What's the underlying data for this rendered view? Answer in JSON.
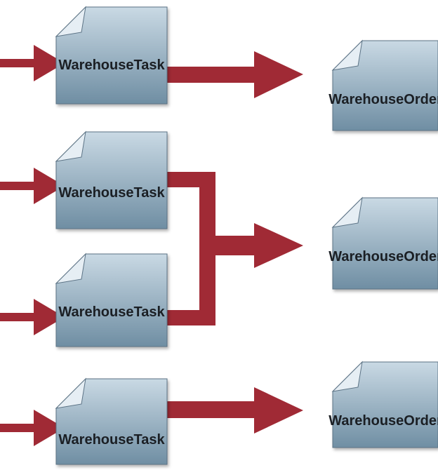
{
  "colors": {
    "arrow": "#a02a35",
    "doc_top": "#c9d9e4",
    "doc_bottom": "#6f8ea3",
    "doc_edge": "#5c7385",
    "fold": "#e6eef4"
  },
  "tasks": [
    {
      "line1": "Warehouse",
      "line2": "Task"
    },
    {
      "line1": "Warehouse",
      "line2": "Task"
    },
    {
      "line1": "Warehouse",
      "line2": "Task"
    },
    {
      "line1": "Warehouse",
      "line2": "Task"
    }
  ],
  "orders": [
    {
      "line1": "Warehouse",
      "line2": "Order"
    },
    {
      "line1": "Warehouse",
      "line2": "Order"
    },
    {
      "line1": "Warehouse",
      "line2": "Order"
    }
  ],
  "flows": [
    {
      "from": [
        0
      ],
      "to": 0
    },
    {
      "from": [
        1,
        2
      ],
      "to": 1
    },
    {
      "from": [
        3
      ],
      "to": 2
    }
  ]
}
